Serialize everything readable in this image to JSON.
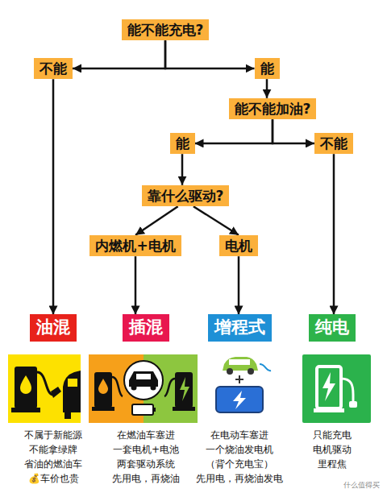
{
  "diagram": {
    "nodes": [
      {
        "text": [
          "能不能充电?"
        ]
      },
      {
        "text": [
          "不能"
        ]
      },
      {
        "text": [
          "能"
        ]
      },
      {
        "text": [
          "能不能加油?"
        ]
      },
      {
        "text": [
          "能"
        ]
      },
      {
        "text": [
          "不能"
        ]
      },
      {
        "text": [
          "靠什么驱动?"
        ]
      },
      {
        "text": [
          "内燃机+电机"
        ]
      },
      {
        "text": [
          "电机"
        ]
      },
      {
        "text": [
          "油混"
        ]
      },
      {
        "text": [
          "插混"
        ]
      },
      {
        "text": [
          "增程式"
        ]
      },
      {
        "text": [
          "纯电"
        ]
      }
    ],
    "edges": [
      {
        "from": 0,
        "to": 1,
        "arrow": "to"
      },
      {
        "from": 0,
        "to": 2,
        "arrow": "to"
      },
      {
        "from": 1,
        "to": 9,
        "arrow": "to"
      },
      {
        "from": 2,
        "to": 3,
        "arrow": "to"
      },
      {
        "from": 3,
        "to": 4,
        "arrow": "to"
      },
      {
        "from": 3,
        "to": 5,
        "arrow": "to"
      },
      {
        "from": 4,
        "to": 6,
        "arrow": "to"
      },
      {
        "from": 6,
        "to": 7,
        "arrow": "to"
      },
      {
        "from": 6,
        "to": 8,
        "arrow": "to"
      },
      {
        "from": 7,
        "to": 10,
        "arrow": "to"
      },
      {
        "from": 8,
        "to": 11,
        "arrow": "to"
      },
      {
        "from": 5,
        "to": 12,
        "arrow": "to"
      }
    ],
    "labels": [
      "不属于新能源",
      "不能拿绿牌",
      "省油的燃油车",
      "💰车价也贵",
      "在燃油车塞进",
      "一套电机+电池",
      "两套驱动系统",
      "先用电，再烧油",
      "在电动车塞进",
      "一个烧油发电机",
      "（背个充电宝）",
      "先用电，再烧油发电",
      "只能充电",
      "电机驱动",
      "里程焦",
      "什么值得买"
    ]
  }
}
